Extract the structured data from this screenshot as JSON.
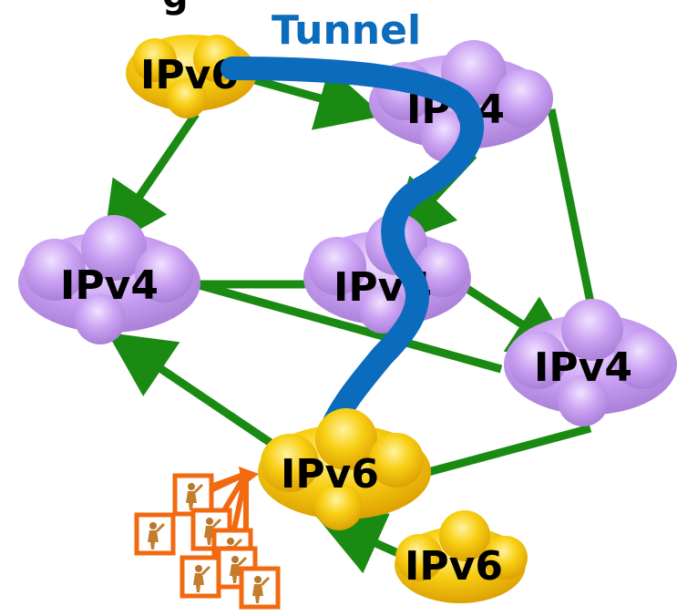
{
  "title": "Tunnel",
  "top_cut_text": "g",
  "colors": {
    "tunnel": "#0b6bbd",
    "edge": "#1a8a12",
    "ipv6_cloud": "#f4c40a",
    "ipv4_cloud": "#c9a0f2",
    "host": "#f26a10"
  },
  "nodes": [
    {
      "id": "v6-top",
      "label": "IPv6",
      "type": "ipv6"
    },
    {
      "id": "v4-top-right",
      "label": "IPv4",
      "type": "ipv4"
    },
    {
      "id": "v4-left",
      "label": "IPv4",
      "type": "ipv4"
    },
    {
      "id": "v4-center",
      "label": "IPv4",
      "type": "ipv4"
    },
    {
      "id": "v4-right",
      "label": "IPv4",
      "type": "ipv4"
    },
    {
      "id": "v6-bottom",
      "label": "IPv6",
      "type": "ipv6"
    },
    {
      "id": "v6-bottom-right",
      "label": "IPv6",
      "type": "ipv6"
    }
  ],
  "hosts_icon": "person-host-icon"
}
